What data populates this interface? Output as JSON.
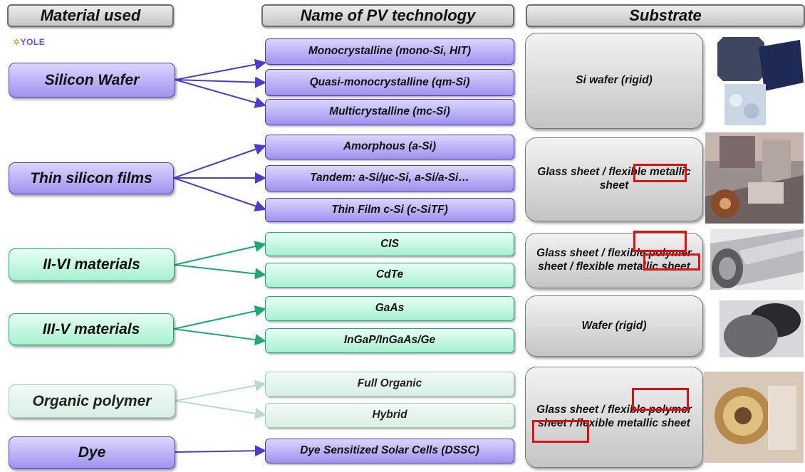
{
  "headers": {
    "material": "Material used",
    "technology": "Name of PV technology",
    "substrate": "Substrate"
  },
  "logo": "YOLE",
  "groups": [
    {
      "material": "Silicon Wafer",
      "technologies": [
        "Monocrystalline (mono-Si, HIT)",
        "Quasi-monocrystalline (qm-Si)",
        "Multicrystalline (mc-Si)"
      ],
      "substrate": "Si wafer (rigid)"
    },
    {
      "material": "Thin silicon films",
      "technologies": [
        "Amorphous (a-Si)",
        "Tandem: a-Si/µc-Si, a-Si/a-Si…",
        "Thin Film c-Si (c-SiTF)"
      ],
      "substrate": "Glass sheet / flexible metallic sheet"
    },
    {
      "material": "II-VI materials",
      "technologies": [
        "CIS",
        "CdTe"
      ],
      "substrate": "Glass sheet / flexible polymer sheet / flexible metallic sheet"
    },
    {
      "material": "III-V materials",
      "technologies": [
        "GaAs",
        "InGaP/InGaAs/Ge"
      ],
      "substrate": "Wafer (rigid)"
    },
    {
      "material": "Organic polymer",
      "technologies": [
        "Full Organic",
        "Hybrid"
      ],
      "substrate": "Glass sheet / flexible polymer sheet / flexible metallic sheet"
    },
    {
      "material": "Dye",
      "technologies": [
        "Dye Sensitized Solar Cells (DSSC)"
      ]
    }
  ],
  "colors": {
    "silicon": "#a99cf2",
    "compound": "#b4f3d8",
    "organic": "#e2f5eb",
    "highlight": "#e01010",
    "arrow_purple": "#4a3ccc",
    "arrow_green": "#1fa874",
    "arrow_pale": "#b8dcc9"
  }
}
